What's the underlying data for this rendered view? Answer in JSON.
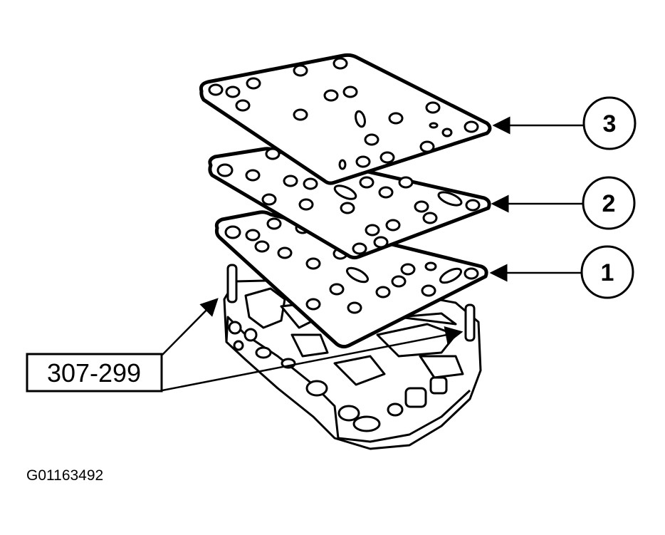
{
  "callouts": [
    "3",
    "2",
    "1"
  ],
  "tool_label": "307-299",
  "figure_id": "G01163492"
}
